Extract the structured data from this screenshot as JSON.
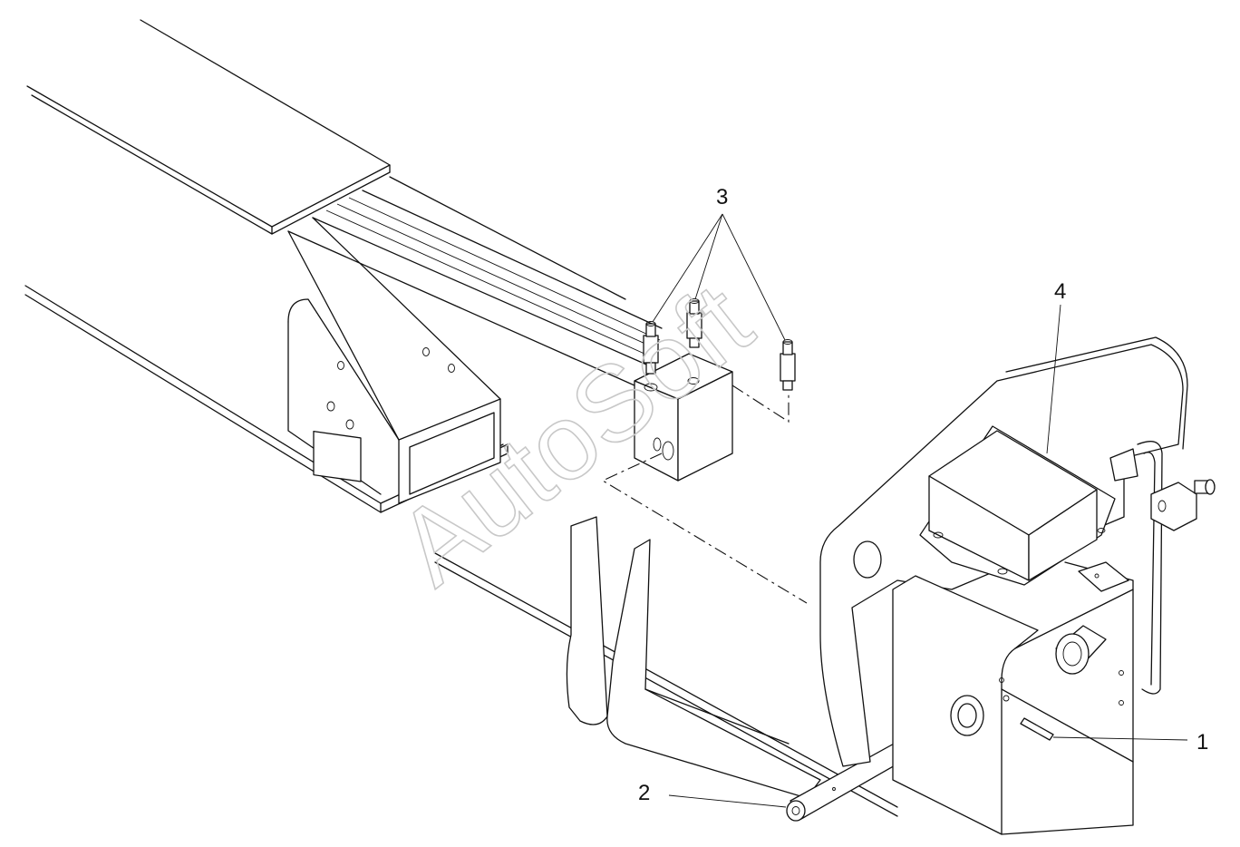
{
  "diagram": {
    "callouts": [
      {
        "id": "1",
        "label": "1"
      },
      {
        "id": "2",
        "label": "2"
      },
      {
        "id": "3",
        "label": "3"
      },
      {
        "id": "4",
        "label": "4"
      }
    ],
    "watermark": "AutoSoft"
  }
}
